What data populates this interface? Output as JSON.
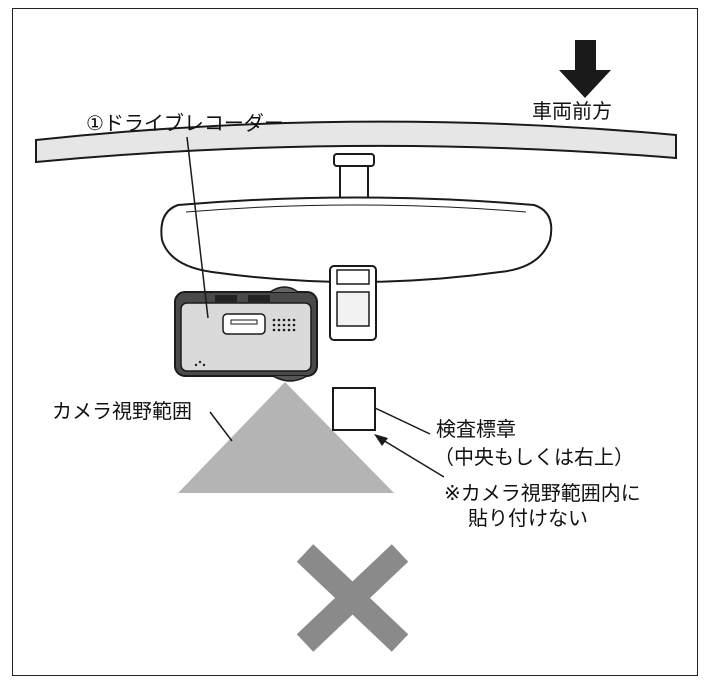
{
  "labels": {
    "front_direction": "車両前方",
    "dashcam": "①ドライブレコーダー",
    "camera_view": "カメラ視野範囲",
    "sticker": "検査標章",
    "sticker_position": "（中央もしくは右上）",
    "warning_line1": "※カメラ視野範囲内に",
    "warning_line2": "貼り付けない"
  },
  "colors": {
    "line": "#1a1a1a",
    "arrow": "#1a1a1a",
    "windshield": "#e6e6e6",
    "mirror_fill": "#ffffff",
    "camera_body": "#5a5a5a",
    "camera_face": "#dcdcdc",
    "view_cone": "#b4b4b4",
    "cross": "#8a8a8a"
  },
  "icons": {
    "direction": "down-arrow-icon",
    "prohibited": "cross-mark-icon"
  }
}
